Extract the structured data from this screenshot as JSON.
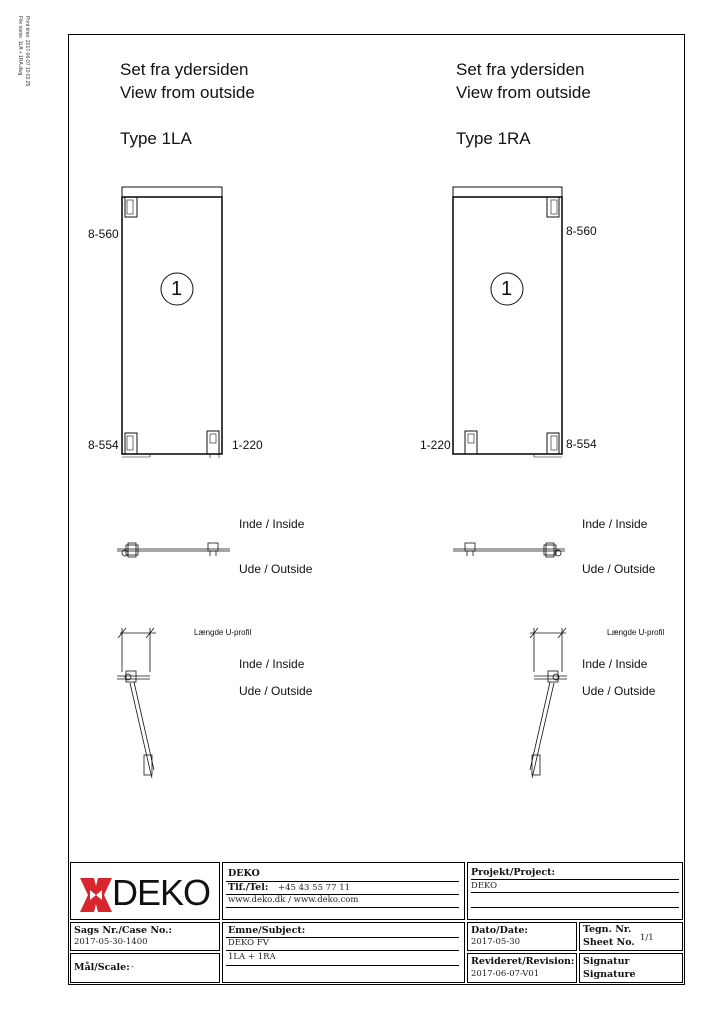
{
  "side_note": {
    "line1": "Print time: 2017-06-07 10:02:25",
    "line2": "File name: 1LA + 1RA.dwg"
  },
  "left": {
    "heading_da": "Set fra ydersiden",
    "heading_en": "View from outside",
    "type": "Type 1LA",
    "circle_num": "1",
    "label_top": "8-560",
    "label_bottom_left": "8-554",
    "label_bottom_right": "1-220",
    "inside1": "Inde / Inside",
    "outside1": "Ude / Outside",
    "u_profile": "Længde U-profil",
    "inside2": "Inde / Inside",
    "outside2": "Ude / Outside"
  },
  "right": {
    "heading_da": "Set fra ydersiden",
    "heading_en": "View from outside",
    "type": "Type 1RA",
    "circle_num": "1",
    "label_top": "8-560",
    "label_bottom_left": "1-220",
    "label_bottom_right": "8-554",
    "inside1": "Inde / Inside",
    "outside1": "Ude / Outside",
    "u_profile": "Længde U-profil",
    "inside2": "Inde / Inside",
    "outside2": "Ude / Outside"
  },
  "title_block": {
    "logo_text": "DEKO",
    "company": "DEKO",
    "phone": "Tlf./Tel: +45 43 55 77 11",
    "phone_label": "Tlf./Tel:",
    "phone_value": "+45 43 55 77 11",
    "web": "www.deko.dk / www.deko.com",
    "project_label": "Projekt/Project:",
    "project_value": "DEKO",
    "case_label": "Sags Nr./Case No.:",
    "case_value": "2017-05-30-1400",
    "subject_label": "Emne/Subject:",
    "subject_value1": "DEKO FV",
    "subject_value2": "1LA + 1RA",
    "date_label": "Dato/Date:",
    "date_value": "2017-05-30",
    "sheet_label1": "Tegn. Nr.",
    "sheet_label2": "Sheet No.",
    "sheet_value": "1/1",
    "scale_label": "Mål/Scale:",
    "scale_value": "-",
    "revision_label": "Revideret/Revision:",
    "revision_value": "2017-06-07-V01",
    "signature_label1": "Signatur",
    "signature_label2": "Signature"
  },
  "colors": {
    "logo_red": "#d7262e",
    "ink": "#111111"
  }
}
